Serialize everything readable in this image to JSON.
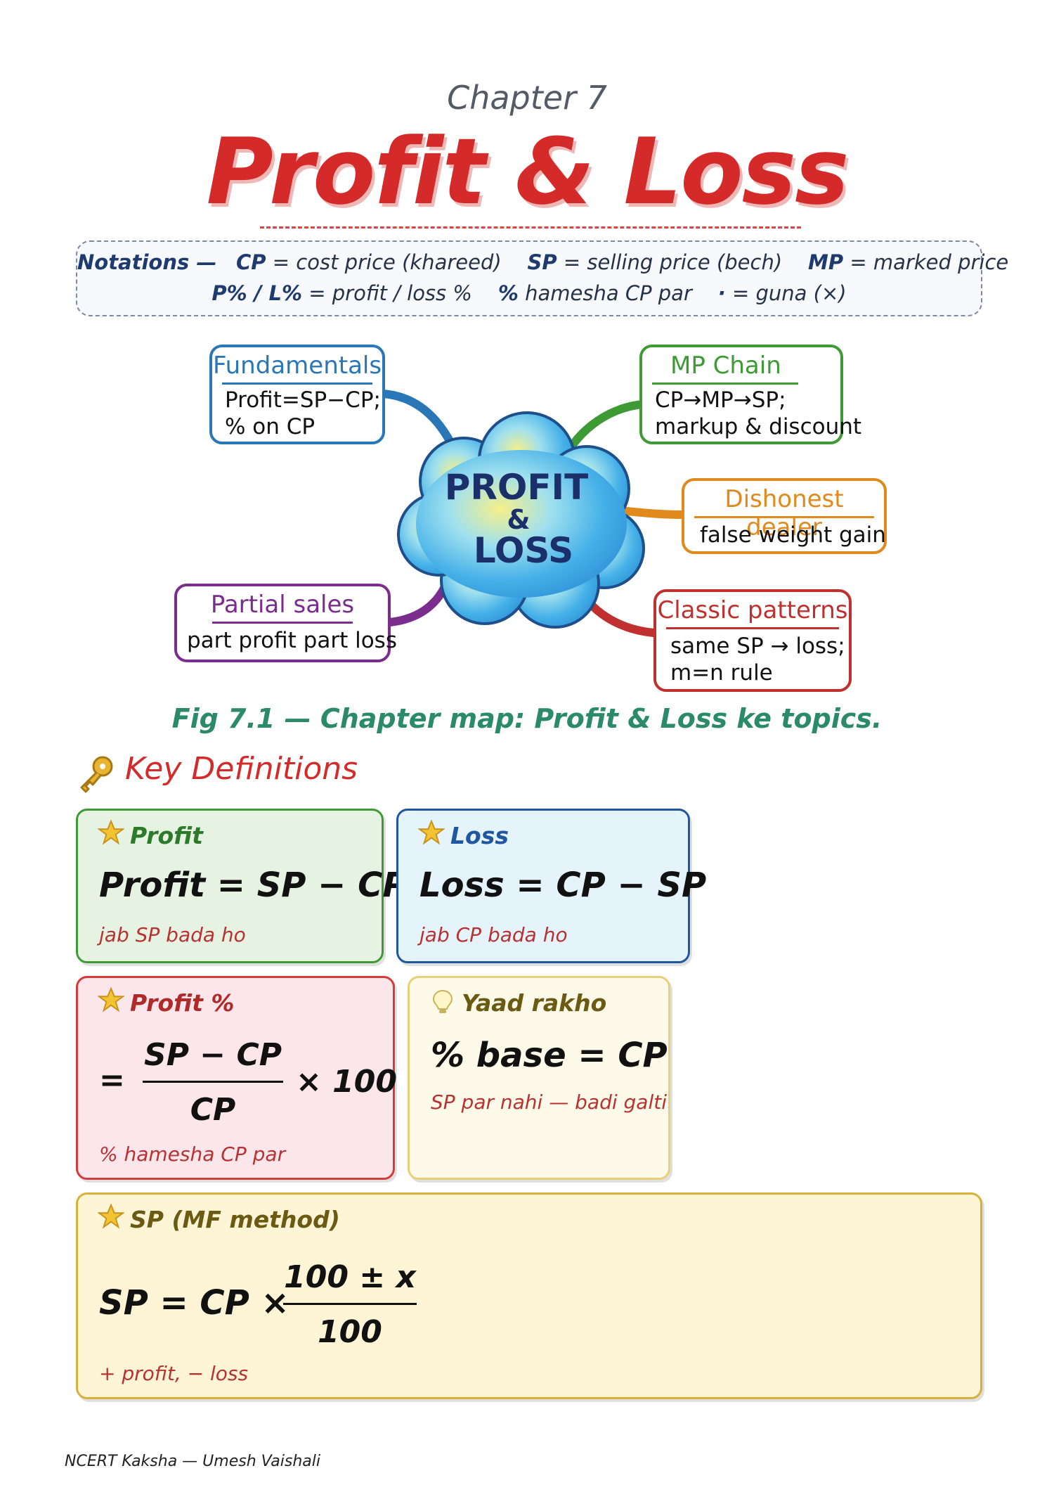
{
  "header": {
    "chapter": "Chapter 7",
    "title": "Profit & Loss"
  },
  "notations": {
    "label": "Notations —",
    "cp_abbr": "CP",
    "cp_text": "= cost price (khareed)",
    "sp_abbr": "SP",
    "sp_text": "= selling price (bech)",
    "mp_abbr": "MP",
    "mp_text": "= marked price",
    "pl_abbr": "P% / L%",
    "pl_text": "= profit / loss %",
    "pct_abbr": "%",
    "pct_text": "hamesha CP par",
    "dot_abbr": "·",
    "dot_text": "= guna (×)"
  },
  "mindmap": {
    "center": {
      "line1": "PROFIT",
      "line2": "&",
      "line3": "LOSS"
    },
    "nodes": {
      "fundamentals": {
        "title": "Fundamentals",
        "line1": "Profit=SP−CP;",
        "line2": "% on CP",
        "color": "#2a77b8"
      },
      "mp_chain": {
        "title": "MP Chain",
        "line1": "CP→MP→SP;",
        "line2": "markup & discount",
        "color": "#3e9a35"
      },
      "dishonest": {
        "title": "Dishonest dealer",
        "line1": "false weight gain",
        "color": "#e08a1e"
      },
      "classic": {
        "title": "Classic patterns",
        "line1": "same SP → loss;",
        "line2": "m=n rule",
        "color": "#c0302f"
      },
      "partial": {
        "title": "Partial sales",
        "line1": "part profit part loss",
        "color": "#7b2d8e"
      }
    }
  },
  "caption": "Fig 7.1 — Chapter map: Profit & Loss ke topics.",
  "key_definitions": {
    "heading": "Key Definitions",
    "cards": {
      "profit": {
        "title": "Profit",
        "formula": "Profit = SP − CP",
        "note": "jab SP bada ho"
      },
      "loss": {
        "title": "Loss",
        "formula": "Loss = CP − SP",
        "note": "jab CP bada ho"
      },
      "profit_pct": {
        "title": "Profit %",
        "eq": "=",
        "numerator": "SP − CP",
        "denominator": "CP",
        "times": "× 100",
        "note": "% hamesha CP par"
      },
      "yaad": {
        "title": "Yaad rakho",
        "formula": "% base = CP",
        "note": "SP par nahi — badi galti"
      },
      "sp_mf": {
        "title": "SP (MF method)",
        "lhs": "SP = CP ×",
        "numerator": "100 ± x",
        "denominator": "100",
        "note": "+ profit, − loss"
      }
    }
  },
  "footer": "NCERT Kaksha — Umesh Vaishali"
}
